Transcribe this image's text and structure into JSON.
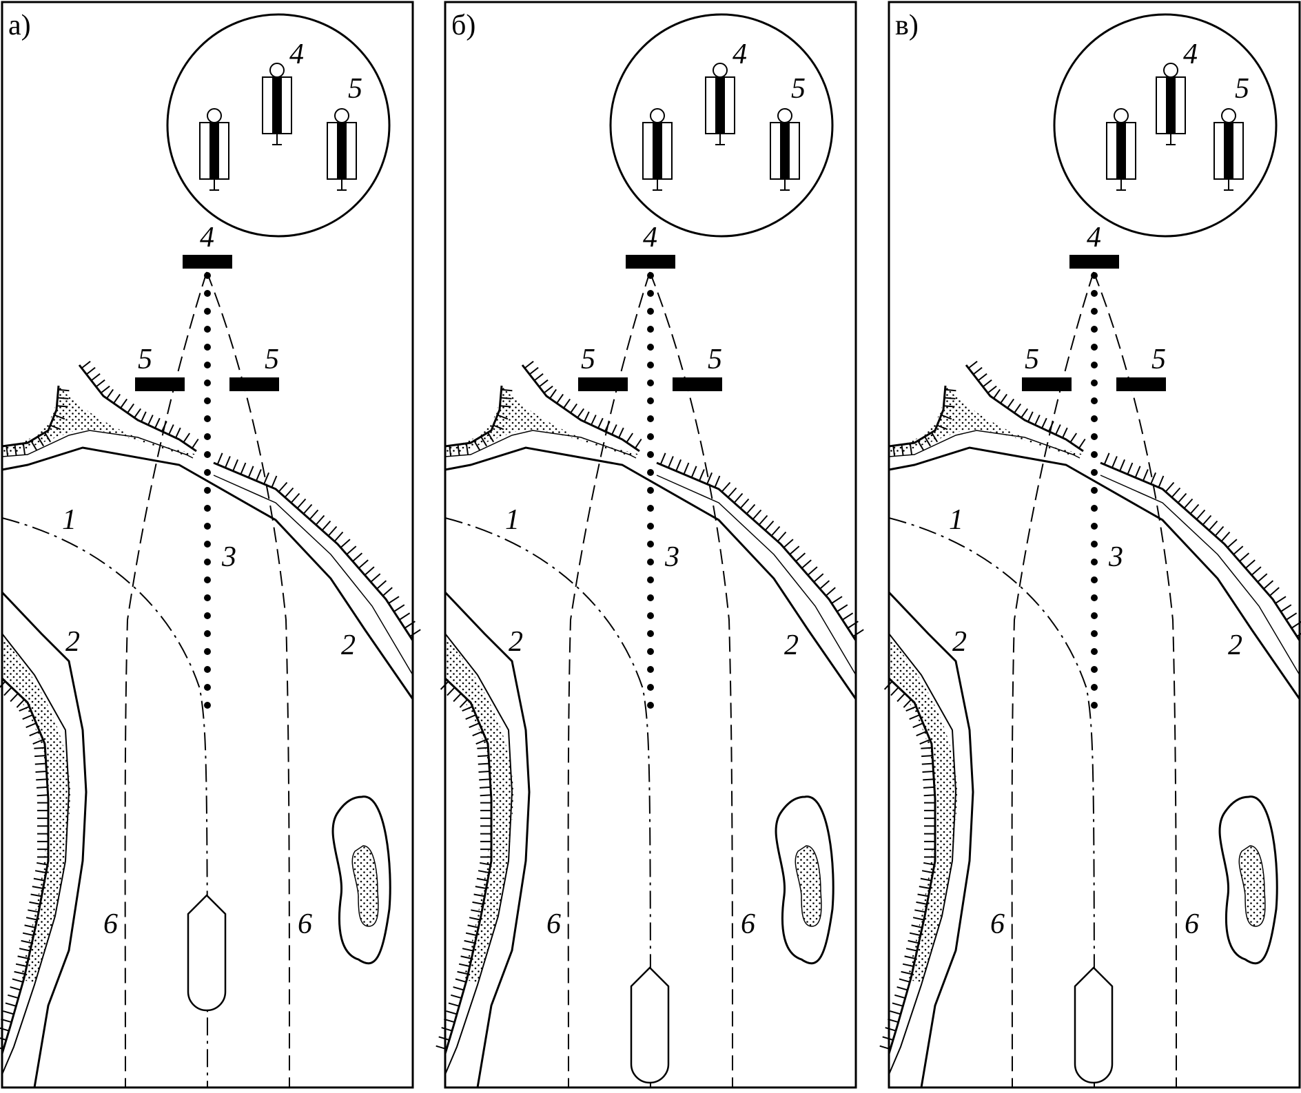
{
  "figure": {
    "panels": [
      {
        "label": "а)",
        "ship_pos": "mid",
        "inset": {
          "marker4_shift": 0,
          "marker5_shift": 0
        },
        "numbers": {
          "n1": "1",
          "n2_left": "2",
          "n2_right": "2",
          "n3": "3",
          "n4_top": "4",
          "n4_inset": "4",
          "n5_inset": "5",
          "n5_left": "5",
          "n5_right": "5",
          "n6_left": "6",
          "n6_right": "6"
        }
      },
      {
        "label": "б)",
        "ship_pos": "low",
        "inset": {
          "marker4_shift": 0,
          "marker5_shift": 0
        },
        "numbers": {
          "n1": "1",
          "n2_left": "2",
          "n2_right": "2",
          "n3": "3",
          "n4_top": "4",
          "n4_inset": "4",
          "n5_inset": "5",
          "n5_left": "5",
          "n5_right": "5",
          "n6_left": "6",
          "n6_right": "6"
        }
      },
      {
        "label": "в)",
        "ship_pos": "low",
        "inset": {
          "marker4_shift": 1,
          "marker5_shift": 0
        },
        "numbers": {
          "n1": "1",
          "n2_left": "2",
          "n2_right": "2",
          "n3": "3",
          "n4_top": "4",
          "n4_inset": "4",
          "n5_inset": "5",
          "n5_left": "5",
          "n5_right": "5",
          "n6_left": "6",
          "n6_right": "6"
        }
      }
    ]
  }
}
